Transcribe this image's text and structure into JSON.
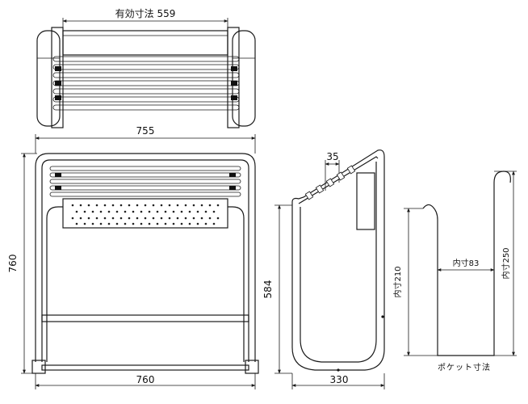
{
  "labels": {
    "effective_width": "有効寸法 559",
    "top_width": "755",
    "height_left": "760",
    "bottom_width": "760",
    "side_height": "584",
    "side_depth": "330",
    "pitch": "35",
    "inner_depth": "内寸83",
    "inner_h1": "内寸210",
    "inner_h2": "内寸250",
    "pocket_caption": "ポケット寸法"
  }
}
